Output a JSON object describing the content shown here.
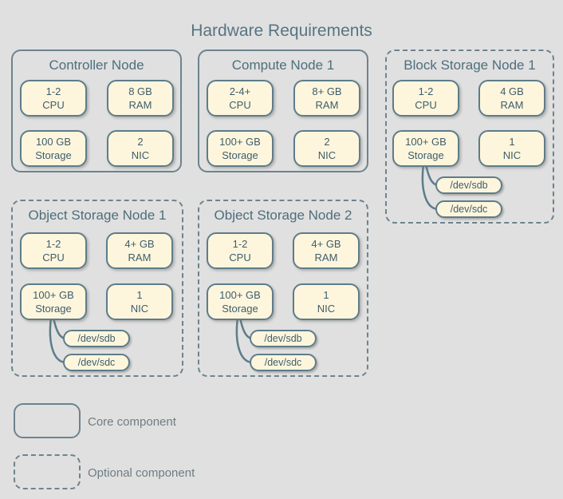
{
  "title": "Hardware Requirements",
  "colors": {
    "background": "#e0e0e0",
    "container_border": "#6d838e",
    "box_fill": "#fdf6dd",
    "box_border": "#5e7c8a",
    "title_text": "#567583",
    "node_title_text": "#4e6e7c",
    "box_text": "#3f5d6a",
    "legend_text": "#6e7d84",
    "connector": "#5e7c8a"
  },
  "nodes": [
    {
      "title": "Controller Node",
      "type": "core",
      "specs": [
        {
          "value": "1-2",
          "label": "CPU"
        },
        {
          "value": "8 GB",
          "label": "RAM"
        },
        {
          "value": "100 GB",
          "label": "Storage"
        },
        {
          "value": "2",
          "label": "NIC"
        }
      ],
      "disks": []
    },
    {
      "title": "Compute Node 1",
      "type": "core",
      "specs": [
        {
          "value": "2-4+",
          "label": "CPU"
        },
        {
          "value": "8+ GB",
          "label": "RAM"
        },
        {
          "value": "100+ GB",
          "label": "Storage"
        },
        {
          "value": "2",
          "label": "NIC"
        }
      ],
      "disks": []
    },
    {
      "title": "Block Storage Node 1",
      "type": "optional",
      "specs": [
        {
          "value": "1-2",
          "label": "CPU"
        },
        {
          "value": "4 GB",
          "label": "RAM"
        },
        {
          "value": "100+ GB",
          "label": "Storage"
        },
        {
          "value": "1",
          "label": "NIC"
        }
      ],
      "disks": [
        "/dev/sdb",
        "/dev/sdc"
      ]
    },
    {
      "title": "Object Storage Node 1",
      "type": "optional",
      "specs": [
        {
          "value": "1-2",
          "label": "CPU"
        },
        {
          "value": "4+ GB",
          "label": "RAM"
        },
        {
          "value": "100+ GB",
          "label": "Storage"
        },
        {
          "value": "1",
          "label": "NIC"
        }
      ],
      "disks": [
        "/dev/sdb",
        "/dev/sdc"
      ]
    },
    {
      "title": "Object Storage Node 2",
      "type": "optional",
      "specs": [
        {
          "value": "1-2",
          "label": "CPU"
        },
        {
          "value": "4+ GB",
          "label": "RAM"
        },
        {
          "value": "100+ GB",
          "label": "Storage"
        },
        {
          "value": "1",
          "label": "NIC"
        }
      ],
      "disks": [
        "/dev/sdb",
        "/dev/sdc"
      ]
    }
  ],
  "legend": [
    {
      "style": "solid",
      "label": "Core component"
    },
    {
      "style": "dashed",
      "label": "Optional component"
    }
  ]
}
